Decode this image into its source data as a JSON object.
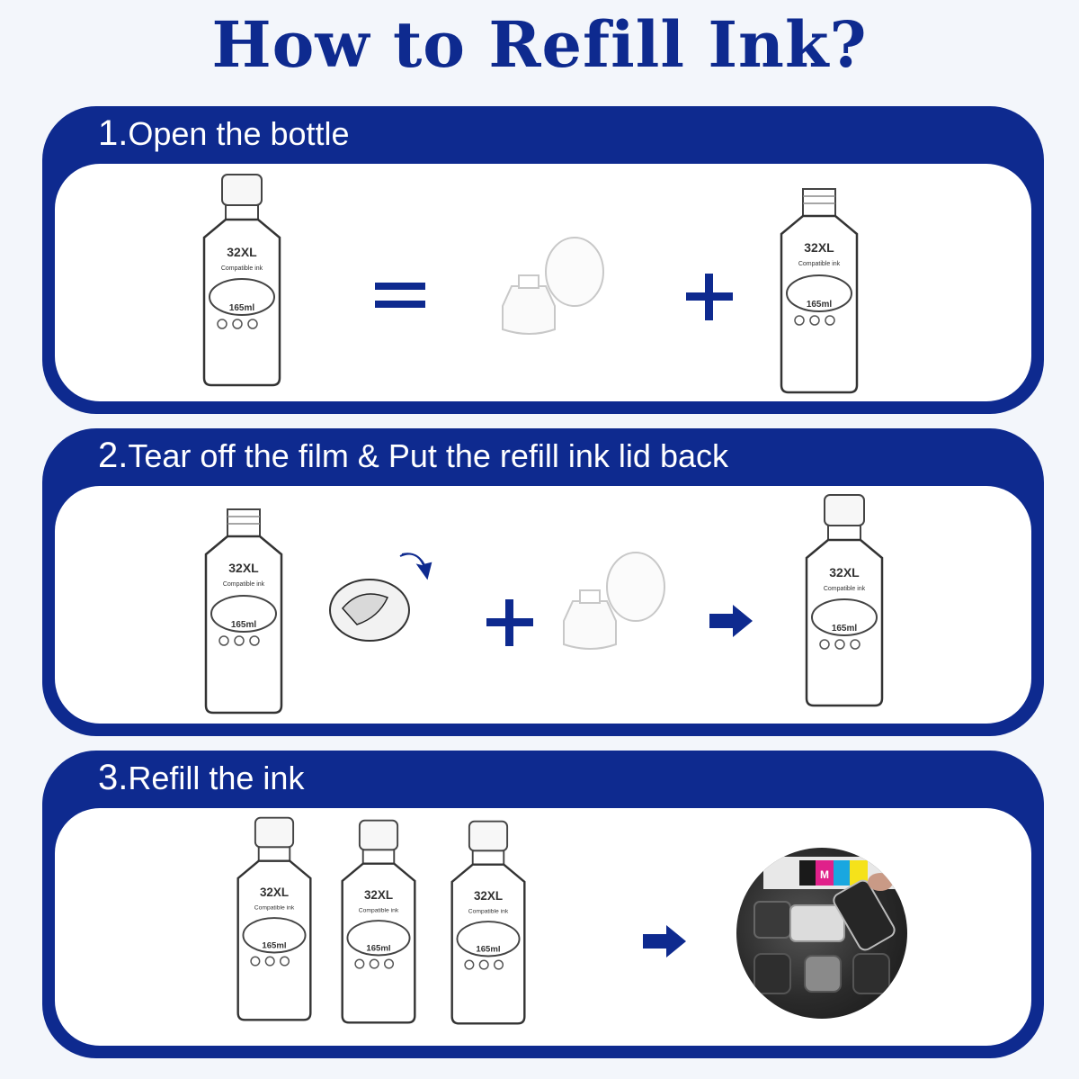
{
  "title": "How to Refill Ink?",
  "steps": [
    {
      "number": "1.",
      "text": "Open the bottle"
    },
    {
      "number": "2.",
      "text": "Tear off the film & Put the refill ink lid back"
    },
    {
      "number": "3.",
      "text": "Refill the ink"
    }
  ],
  "bottle_label": {
    "model": "32XL",
    "subtitle": "Compatible ink",
    "volume": "165ml"
  },
  "photo_label": "M",
  "colors": {
    "brand_blue": "#0e2a8f",
    "panel_white": "#ffffff",
    "background": "#f3f6fb"
  }
}
